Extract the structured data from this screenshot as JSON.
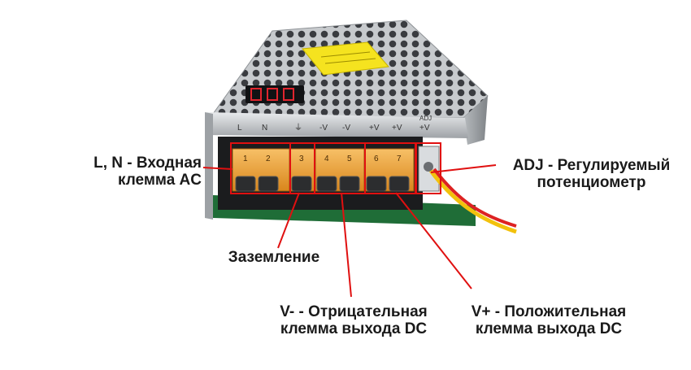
{
  "labels": {
    "ln": "L, N - Входная\nклемма AC",
    "ground": "Заземление",
    "vminus": "V- - Отрицательная\nклемма выхода DC",
    "vplus": "V+ - Положительная\nклемма выхода DC",
    "adj": "ADJ - Регулируемый\nпотенциометр"
  },
  "device": {
    "display_digits": "888",
    "terminal_markings": [
      "L",
      "N",
      "⏚",
      "-V",
      "-V",
      "+V",
      "+V",
      "+V"
    ],
    "adj_marking": "ADJ",
    "terminal_numbers": [
      "1",
      "2",
      "3",
      "4",
      "5",
      "6",
      "7"
    ]
  },
  "colors": {
    "callout_line": "#e01010",
    "highlight_box": "#e01010",
    "terminal_cover": "#f2a23a",
    "case_metal": "#b9bcbf",
    "pcb": "#1f6d37",
    "sticker": "#f5e31f",
    "display": "#c8161e"
  }
}
